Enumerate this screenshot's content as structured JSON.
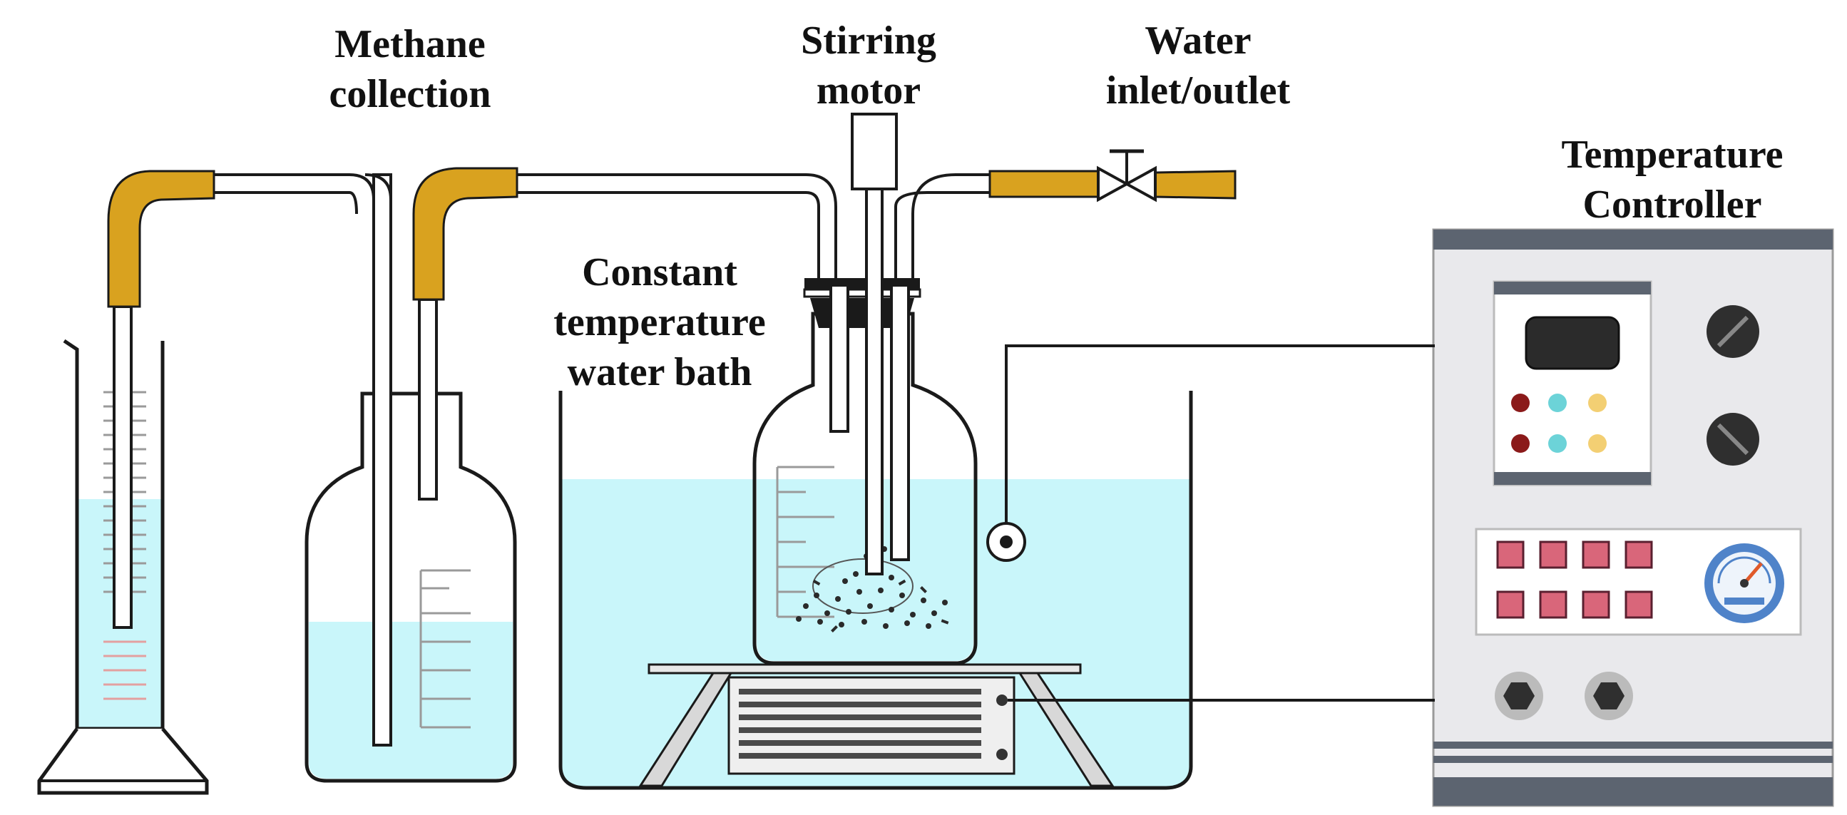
{
  "labels": {
    "methane": [
      "Methane",
      "collection"
    ],
    "stirring": [
      "Stirring",
      "motor"
    ],
    "water": [
      "Water",
      "inlet/outlet"
    ],
    "temp_controller": [
      "Temperature",
      "Controller"
    ],
    "bath": [
      "Constant",
      "temperature",
      "water bath"
    ]
  },
  "colors": {
    "water": "#c9f6fa",
    "rubber_tube": "#d9a21f",
    "outline": "#1a1a1a",
    "panel": "#e9e9ec",
    "panel_stripe": "#5c6470",
    "button_red": "#8b1a1a",
    "button_cyan": "#6cd3d8",
    "button_yellow": "#f3cf73",
    "keypad": "#d9667a",
    "gauge": "#4f83c9"
  },
  "icons": [
    "valve-icon",
    "knob-icon",
    "gauge-icon",
    "thermometer-probe-icon",
    "heater-icon"
  ]
}
